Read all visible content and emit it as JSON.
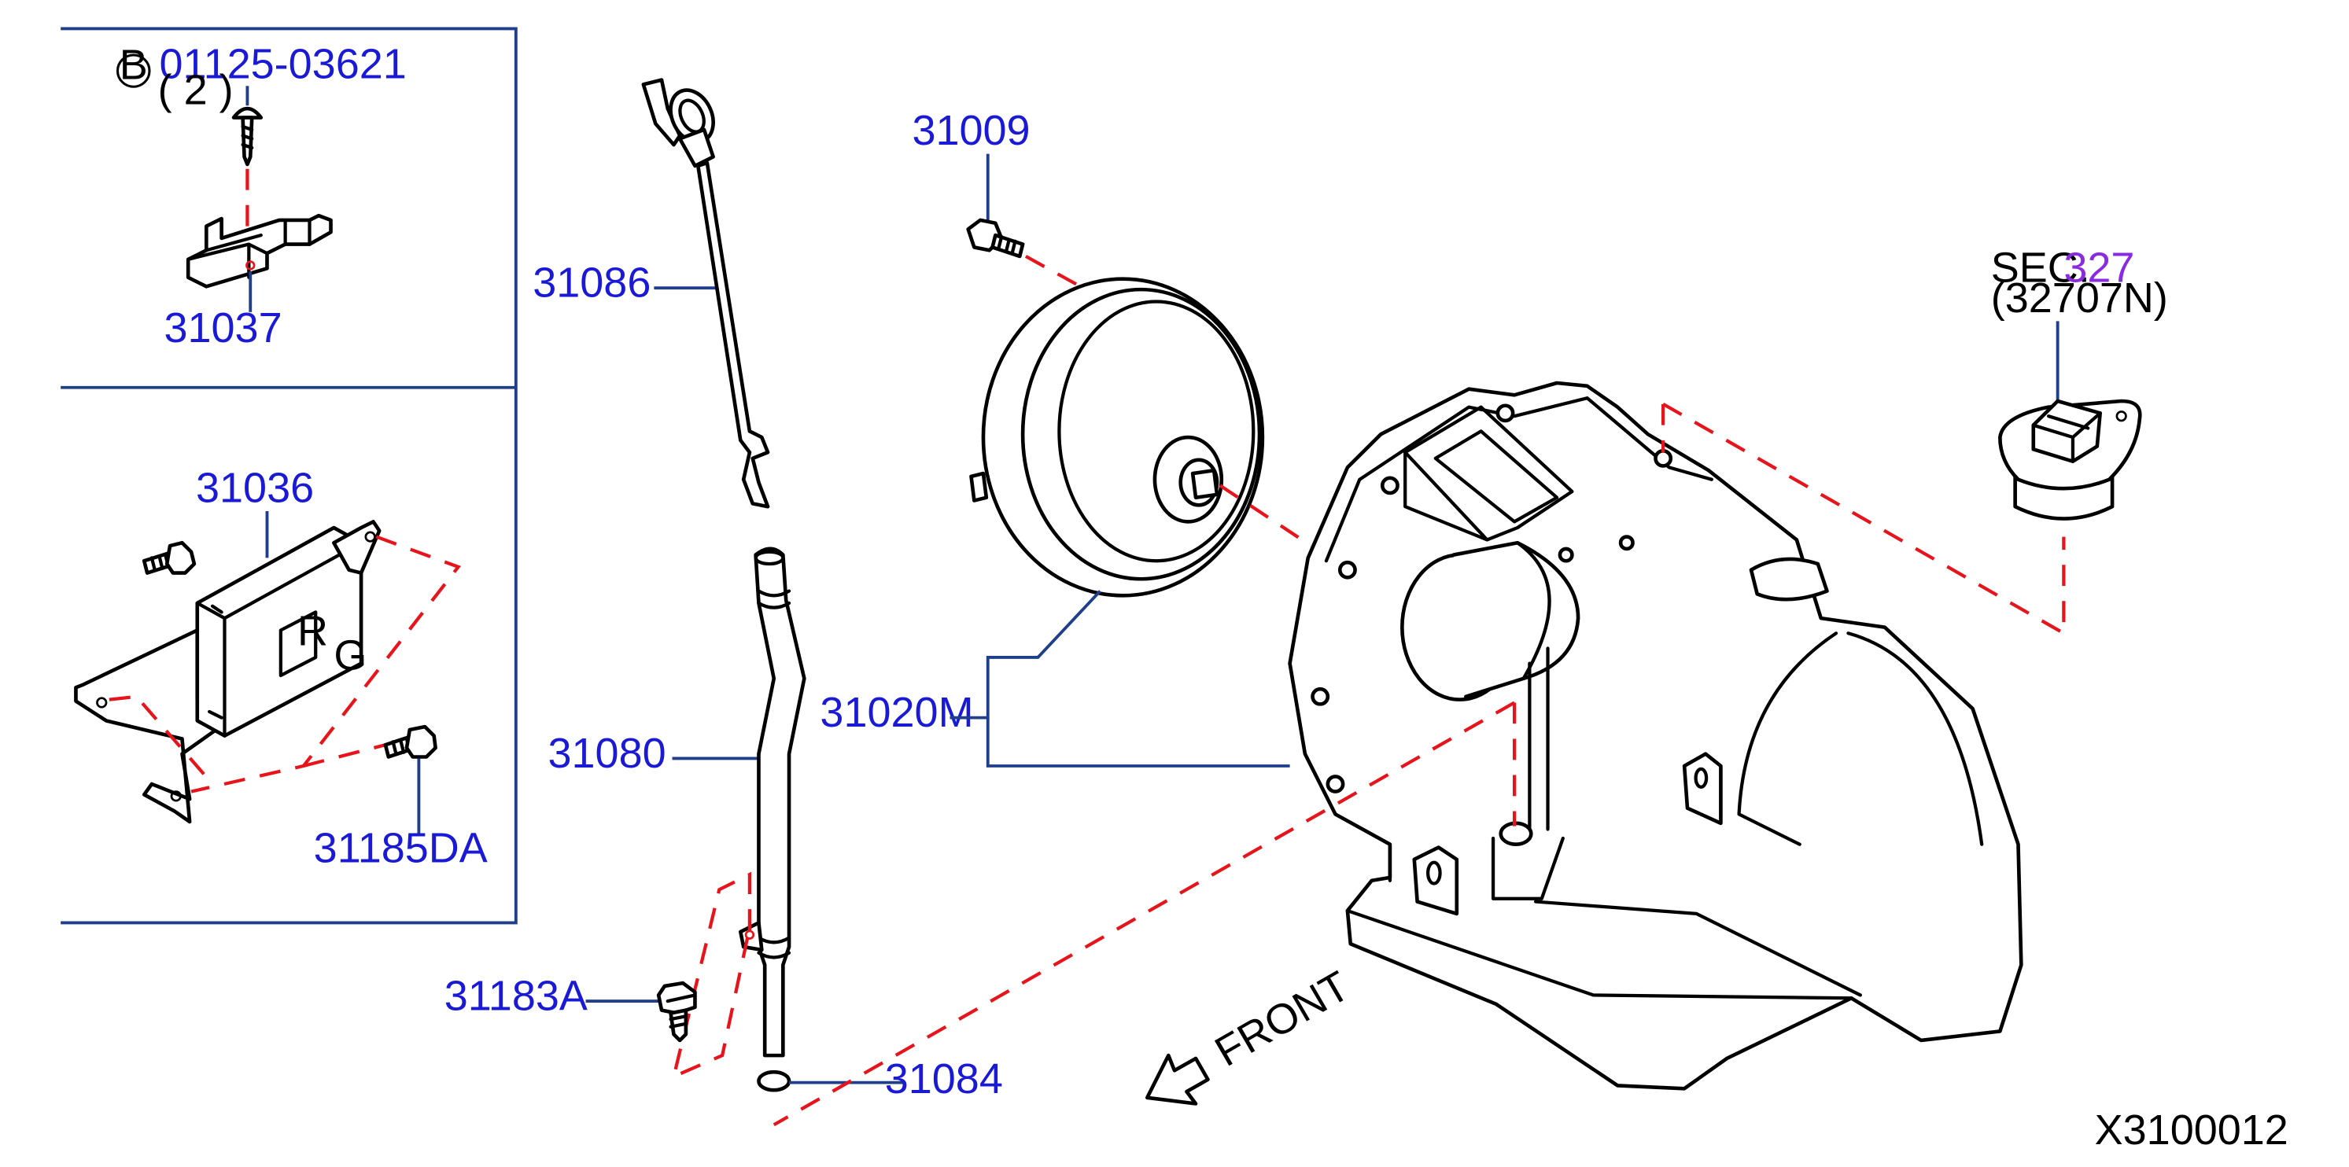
{
  "colors": {
    "part_number": "#1a1ad6",
    "section_link": "#8a2be2",
    "text": "#000000",
    "leader": "#1f3f8a",
    "hidden_line": "#e8141c"
  },
  "callout": {
    "badge": "B",
    "number": "01125-03621",
    "quantity": "( 2 )"
  },
  "parts": [
    {
      "number": "31037"
    },
    {
      "number": "31036"
    },
    {
      "number": "31185DA"
    },
    {
      "number": "31086"
    },
    {
      "number": "31080"
    },
    {
      "number": "31183A"
    },
    {
      "number": "31084"
    },
    {
      "number": "31009"
    },
    {
      "number": "31020M"
    }
  ],
  "section_ref": {
    "prefix": "SEC.",
    "section": "327",
    "sub": "(32707N)"
  },
  "direction": {
    "label": "FRONT",
    "icon": "front-arrow-icon"
  },
  "drawing_id": "X3100012"
}
